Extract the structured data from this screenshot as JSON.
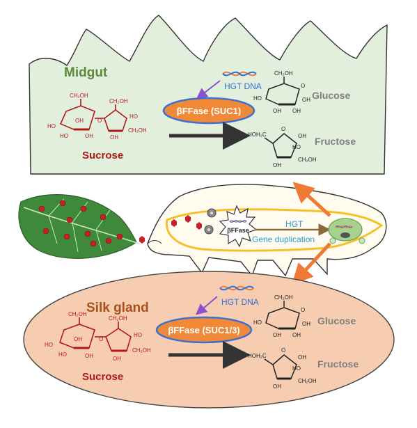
{
  "colors": {
    "midgut_fill": "#e3efdd",
    "midgut_text": "#5b8a3c",
    "silk_fill": "#f7cdb2",
    "silk_text": "#a8501c",
    "sucrose_red": "#b01818",
    "enzyme_orange": "#f08a38",
    "enzyme_border": "#3d6fd0",
    "hgt_blue": "#2c6fd6",
    "arrow_purple": "#8a50d0",
    "arrow_orange": "#ee7a36",
    "gray_text": "#7f7f7f",
    "leaf_green": "#3f8a3a",
    "larva_yellow": "#f5c12a"
  },
  "midgut": {
    "title": "Midgut",
    "hgt_label": "HGT DNA",
    "enzyme_label": "βFFase (SUC1)",
    "sucrose_label": "Sucrose",
    "glucose_label": "Glucose",
    "fructose_label": "Fructose"
  },
  "center": {
    "enzyme_small": "βFFase",
    "hgt_label": "HGT",
    "duplication_label": "Gene duplication"
  },
  "silk": {
    "title": "Silk gland",
    "hgt_label": "HGT DNA",
    "enzyme_label": "βFFase (SUC1/3)",
    "sucrose_label": "Sucrose",
    "glucose_label": "Glucose",
    "fructose_label": "Fructose"
  },
  "chem": {
    "ch2oh": "CH₂OH",
    "ho": "HO",
    "oh": "OH",
    "o": "O",
    "hoh2c": "HOH₂C"
  }
}
